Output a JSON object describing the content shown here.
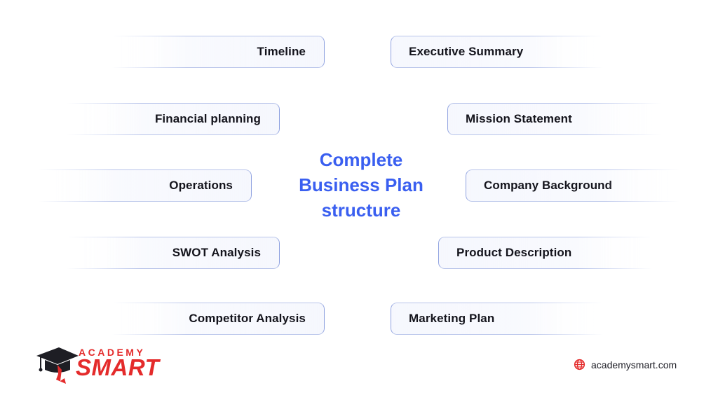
{
  "title": {
    "lines": [
      "Complete",
      "Business Plan",
      "structure"
    ]
  },
  "left_items": [
    {
      "label": "Timeline"
    },
    {
      "label": "Financial planning"
    },
    {
      "label": "Operations"
    },
    {
      "label": "SWOT Analysis"
    },
    {
      "label": "Competitor Analysis"
    }
  ],
  "right_items": [
    {
      "label": "Executive Summary"
    },
    {
      "label": "Mission Statement"
    },
    {
      "label": "Company Background"
    },
    {
      "label": "Product Description"
    },
    {
      "label": "Marketing Plan"
    }
  ],
  "logo": {
    "academy": "ACADEMY",
    "smart": "SMART",
    "icon": "graduation-cap-icon"
  },
  "footer": {
    "website": "academysmart.com",
    "icon": "globe-icon"
  },
  "colors": {
    "accent": "#3a5ff0",
    "brand_red": "#e42b2b",
    "text": "#14141c"
  }
}
